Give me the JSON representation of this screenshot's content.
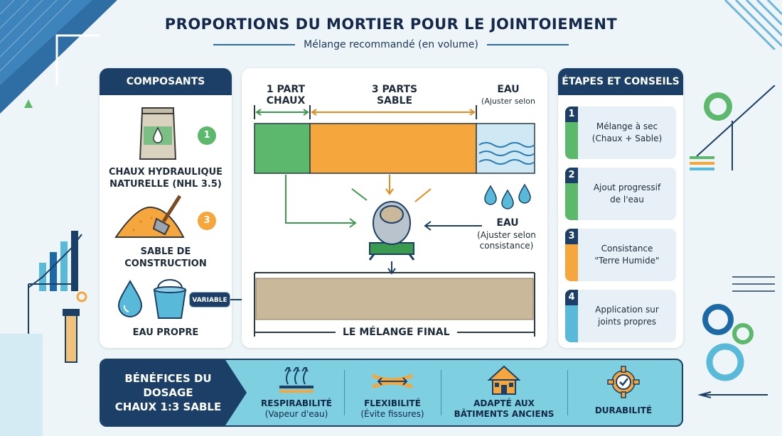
{
  "title": "PROPORTIONS DU MORTIER POUR LE JOINTOIEMENT",
  "subtitle": "Mélange recommandé (en volume)",
  "components": {
    "header": "COMPOSANTS",
    "items": [
      {
        "number": "1",
        "label_line1": "CHAUX HYDRAULIQUE",
        "label_line2": "NATURELLE (NHL 3.5)"
      },
      {
        "number": "3",
        "label_line1": "SABLE DE",
        "label_line2": "CONSTRUCTION"
      },
      {
        "number": "",
        "label_line1": "EAU PROPRE",
        "label_line2": ""
      }
    ],
    "variable_tag": "VARIABLE"
  },
  "mix": {
    "lime_line1": "1 PART",
    "lime_line2": "CHAUX",
    "sand_line1": "3 PARTS",
    "sand_line2": "SABLE",
    "water_top": "EAU",
    "water_top_note": "(Ajuster selon",
    "water_side": "EAU",
    "water_side_note1": "(Ajuster selon",
    "water_side_note2": "consistance)",
    "final_label": "LE MÉLANGE FINAL",
    "colors": {
      "lime": "#5cb96b",
      "sand": "#f5a63c",
      "water": "#cfe9f4",
      "final": "#c9b89a"
    }
  },
  "chart_data": {
    "type": "bar",
    "categories": [
      "CHAUX",
      "SABLE",
      "EAU"
    ],
    "values": [
      1,
      3,
      null
    ]
  },
  "steps": {
    "header": "ÉTAPES ET CONSEILS",
    "items": [
      {
        "number": "1",
        "line1": "Mélange à sec",
        "line2": "(Chaux + Sable)",
        "color": "#5cb96b"
      },
      {
        "number": "2",
        "line1": "Ajout progressif",
        "line2": "de l'eau",
        "color": "#5cb96b"
      },
      {
        "number": "3",
        "line1": "Consistance",
        "line2": "\"Terre Humide\"",
        "color": "#f5a63c"
      },
      {
        "number": "4",
        "line1": "Application sur",
        "line2": "joints propres",
        "color": "#58b9d9"
      }
    ]
  },
  "benefits": {
    "header_line1": "BÉNÉFICES DU",
    "header_line2": "DOSAGE",
    "header_line3": "CHAUX 1:3 SABLE",
    "items": [
      {
        "title": "RESPIRABILITÉ",
        "sub": "(Vapeur d'eau)",
        "icon": "breathable-icon"
      },
      {
        "title": "FLEXIBILITÉ",
        "sub": "(Évite fissures)",
        "icon": "flexibility-icon"
      },
      {
        "title": "ADAPTÉ AUX",
        "sub": "BÂTIMENTS ANCIENS",
        "icon": "house-icon"
      },
      {
        "title": "DURABILITÉ",
        "sub": "",
        "icon": "durability-gear-icon"
      }
    ]
  }
}
